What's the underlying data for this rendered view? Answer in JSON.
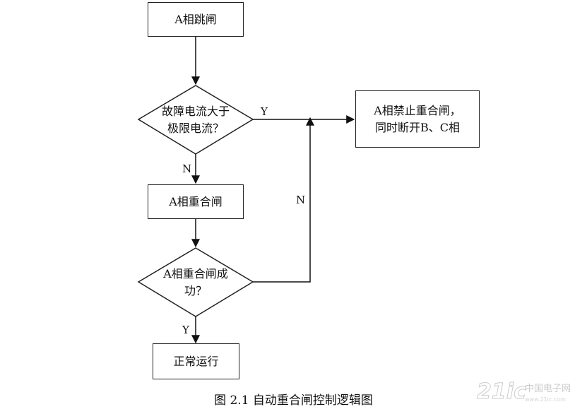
{
  "nodes": {
    "a_trip": "A相跳闸",
    "fault_q_line1": "故障电流大于",
    "fault_q_line2": "极限电流？",
    "a_reclose": "A相重合闸",
    "success_q_line1": "A相重合闸成",
    "success_q_line2": "功？",
    "normal": "正常运行",
    "block_line1": "A相禁止重合闸，",
    "block_line2": "同时断开B、C相"
  },
  "edges": {
    "y_label": "Y",
    "n_label": "N"
  },
  "caption": "图 2.1  自动重合闸控制逻辑图",
  "watermark": "21ic 中国电子网"
}
